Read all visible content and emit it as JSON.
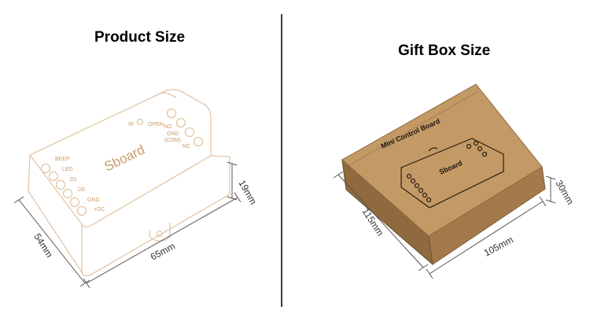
{
  "product": {
    "heading": "Product Size",
    "brand": "Sboard",
    "left_labels": [
      "BEEP",
      "LED",
      "D1",
      "D0",
      "GND",
      "+DC"
    ],
    "right_labels": [
      "IR",
      "OPEN",
      "NO",
      "GND",
      "(COM)",
      "NC"
    ],
    "dims": {
      "length": "65mm",
      "width": "54mm",
      "height": "19mm"
    }
  },
  "giftbox": {
    "heading": "Gift Box Size",
    "print_title": "Mini Control Board",
    "print_brand": "Sboard",
    "dims": {
      "length": "105mm",
      "width": "115mm",
      "height": "30mm"
    }
  }
}
